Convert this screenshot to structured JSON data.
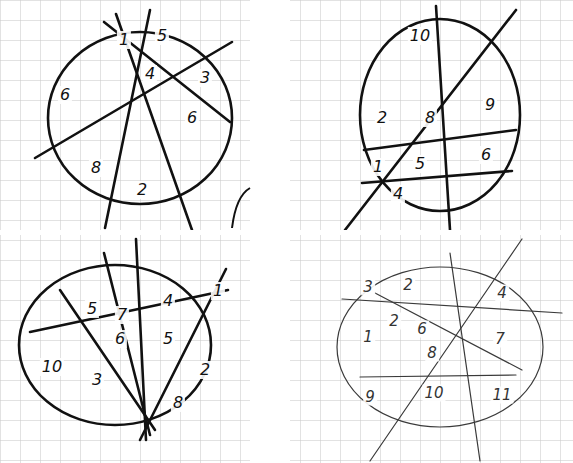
{
  "diagram": {
    "nodes": [
      {
        "text": [
          "1",
          "5",
          "4",
          "3",
          "6",
          "6",
          "8",
          "2"
        ]
      },
      {
        "text": [
          "10",
          "2",
          "8",
          "9",
          "5",
          "6",
          "1",
          "4"
        ]
      },
      {
        "text": [
          "5",
          "7",
          "4",
          "1",
          "6",
          "5",
          "10",
          "3",
          "2",
          "8"
        ]
      },
      {
        "text": [
          "3",
          "2",
          "4",
          "2",
          "6",
          "1",
          "7",
          "8",
          "9",
          "10",
          "11"
        ]
      }
    ]
  }
}
